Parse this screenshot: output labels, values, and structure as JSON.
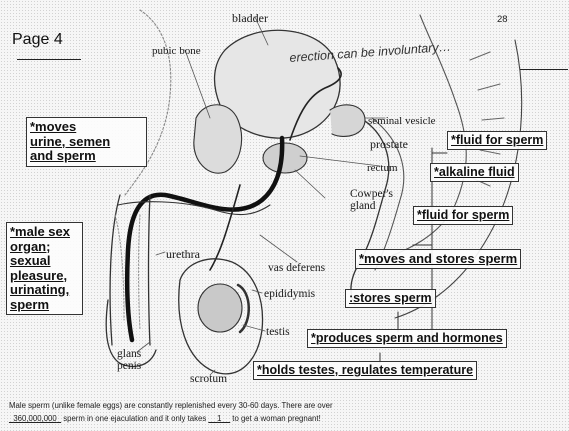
{
  "header": {
    "page_title": "Page 4",
    "page_number": "28",
    "note": "erection can be involuntary…"
  },
  "labels": {
    "bladder": "bladder",
    "pubic_bone": "pubic bone",
    "seminal_vesicle": "seminal vesicle",
    "prostate": "prostate",
    "rectum": "rectum",
    "cowpers_gland": "Cowper's\ngland",
    "urethra": "urethra",
    "vas_deferens": "vas deferens",
    "epididymis": "epididymis",
    "testis": "testis",
    "glans_penis": "glans\npenis",
    "scrotum": "scrotum"
  },
  "functions": {
    "urethra": "*moves\nurine, semen\nand sperm",
    "penis": "*male sex\norgan;\nsexual\npleasure,\nurinating,\nsperm",
    "seminal_vesicle": "*fluid for sperm",
    "prostate": "*alkaline fluid",
    "cowpers_gland": "*fluid for sperm",
    "vas_deferens": "*moves and stores sperm",
    "epididymis": ":stores sperm",
    "testis": "*produces sperm and hormones",
    "scrotum": "*holds testes, regulates temperature"
  },
  "footer": {
    "line1": "Male sperm (unlike female eggs) are constantly replenished every 30-60 days.  There are over",
    "sperm_count": "360,000,000",
    "line2_mid": " sperm in one ejaculation and it only takes ",
    "sperm_needed": "1",
    "line2_end": " to get a woman pregnant!"
  }
}
